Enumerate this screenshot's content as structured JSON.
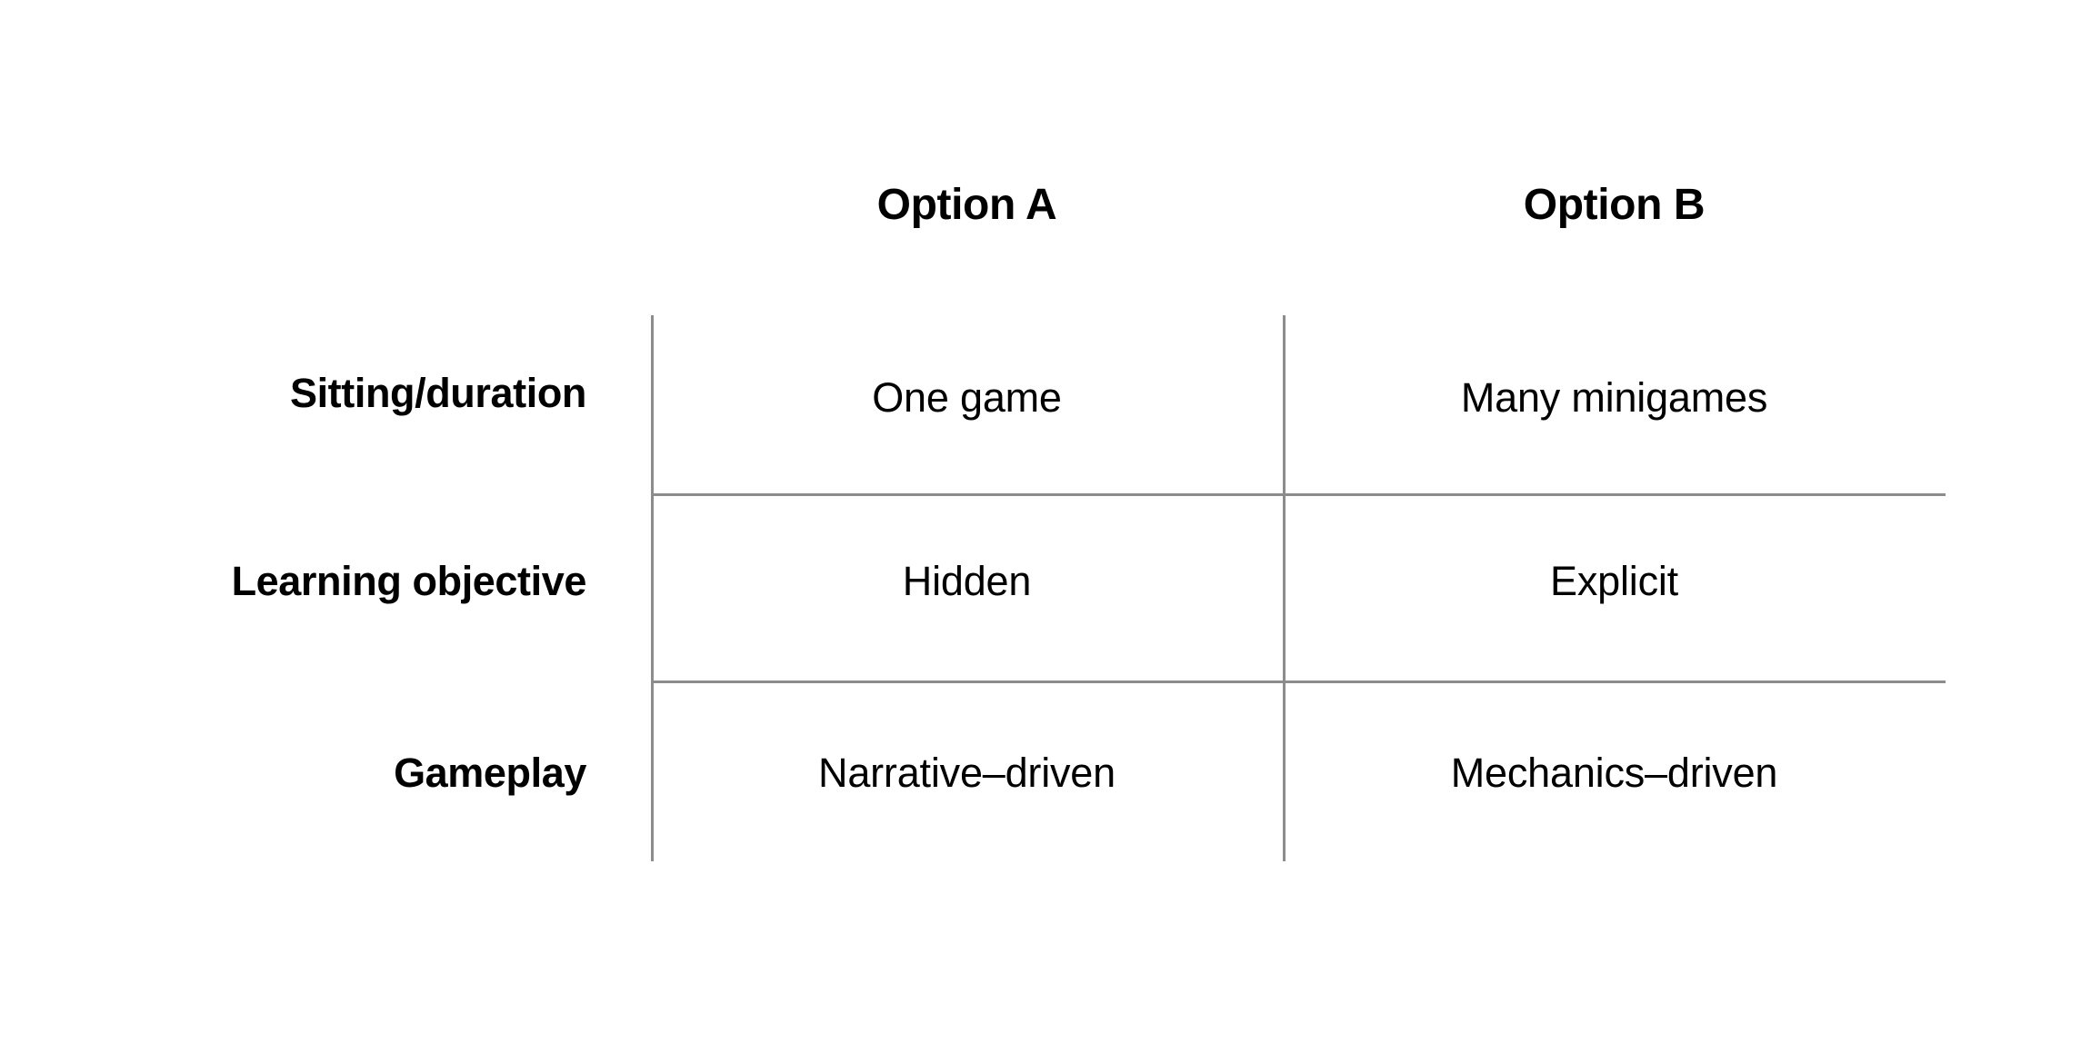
{
  "table": {
    "corner_label": "",
    "column_headers": [
      {
        "id": "option-a",
        "label": "Option A"
      },
      {
        "id": "option-b",
        "label": "Option B"
      }
    ],
    "rows": [
      {
        "id": "sitting-duration",
        "label": "Sitting/duration",
        "cells": [
          "One game",
          "Many minigames"
        ]
      },
      {
        "id": "learning-objective",
        "label": "Learning objective",
        "cells": [
          "Hidden",
          "Explicit"
        ]
      },
      {
        "id": "gameplay",
        "label": "Gameplay",
        "cells": [
          "Narrative–driven",
          "Mechanics–driven"
        ]
      }
    ]
  },
  "style": {
    "background": "#ffffff",
    "text_color": "#000000",
    "rule_color": "#8c8c8c"
  }
}
